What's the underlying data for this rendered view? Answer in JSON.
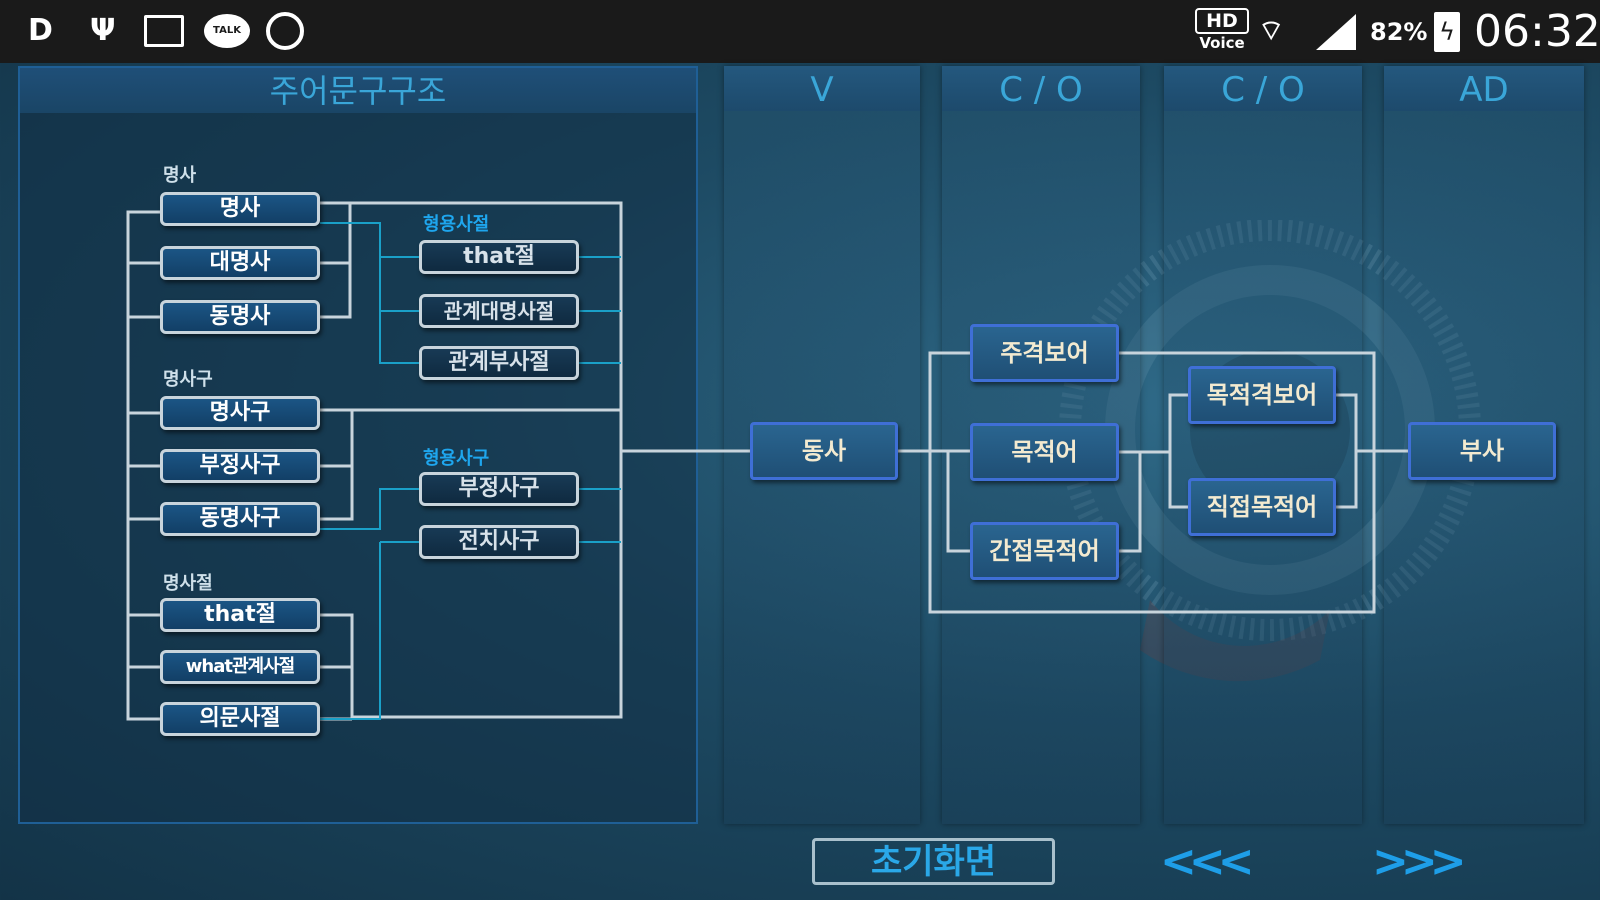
{
  "status_bar": {
    "left_icons": [
      "d-app-icon",
      "usb-icon",
      "image-icon",
      "talk-icon",
      "chrome-icon"
    ],
    "talk_text": "TALK",
    "hd_voice": "HD",
    "hd_voice_sub": "Voice",
    "battery": "82%",
    "time": "06:32"
  },
  "left_panel": {
    "title": "주어문구구조",
    "groups": [
      {
        "label": "명사",
        "items": [
          "명사",
          "대명사",
          "동명사"
        ]
      },
      {
        "label": "명사구",
        "items": [
          "명사구",
          "부정사구",
          "동명사구"
        ]
      },
      {
        "label": "명사절",
        "items": [
          "that절",
          "what관계사절",
          "의문사절"
        ]
      }
    ],
    "adjective_clause": {
      "label": "형용사절",
      "items": [
        "that절",
        "관계대명사절",
        "관계부사절"
      ]
    },
    "adjective_phrase": {
      "label": "형용사구",
      "items": [
        "부정사구",
        "전치사구"
      ]
    }
  },
  "columns": [
    "V",
    "C / O",
    "C / O",
    "AD"
  ],
  "diagram": {
    "verb": "동사",
    "subject_complement": "주격보어",
    "object": "목적어",
    "indirect_object": "간접목적어",
    "object_complement": "목적격보어",
    "direct_object": "직접목적어",
    "adverb": "부사"
  },
  "footer": {
    "reset_label": "초기화면",
    "prev": "<<<",
    "next": ">>>"
  }
}
